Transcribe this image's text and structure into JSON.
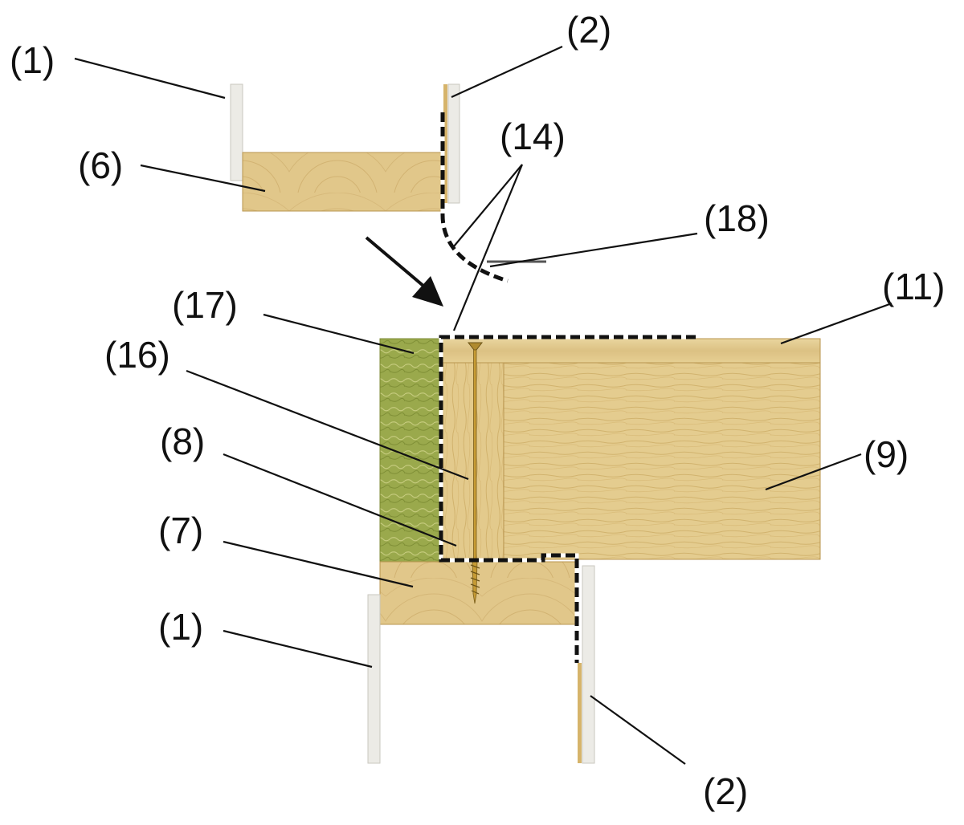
{
  "callouts": {
    "c1_top": "(1)",
    "c2_top": "(2)",
    "c6": "(6)",
    "c14": "(14)",
    "c18": "(18)",
    "c17": "(17)",
    "c11": "(11)",
    "c16": "(16)",
    "c8": "(8)",
    "c9": "(9)",
    "c7": "(7)",
    "c1_bottom": "(1)",
    "c2_bottom": "(2)"
  },
  "colors": {
    "timber_light": "#e8d29a",
    "timber_mid": "#d9bd7c",
    "timber_grain": "#c9a860",
    "insulation": "#9bab4e",
    "insulation_fiber": "#c2c879",
    "gypsum": "#ecebe6",
    "veneer": "#d8b872",
    "ink": "#111111"
  }
}
